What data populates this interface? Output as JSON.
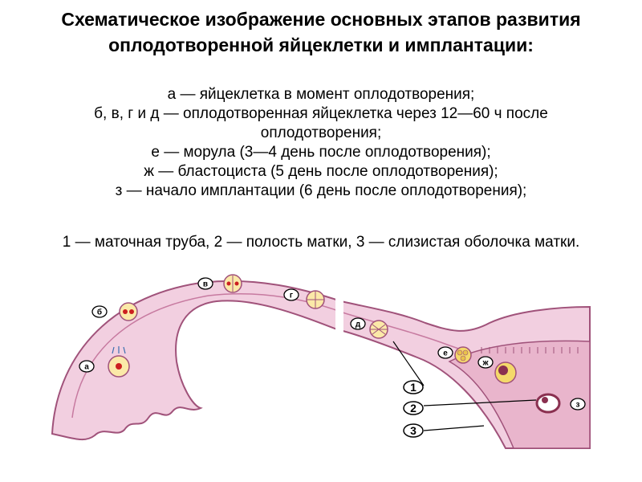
{
  "title": {
    "line1": "Схематическое изображение основных этапов развития",
    "line2": "оплодотворенной яйцеклетки и имплантации:"
  },
  "legend": [
    "а — яйцеклетка в момент оплодотворения;",
    "б, в, г и д — оплодотворенная яйцеклетка через 12—60 ч после",
    "оплодотворения;",
    "е — морула (3—4 день после оплодотворения);",
    "ж — бластоциста (5 день после оплодотворения);",
    "з — начало имплантации (6 день после оплодотворения);"
  ],
  "parts_caption": "1 — маточная труба, 2 — полость матки, 3 — слизистая оболочка матки.",
  "diagram": {
    "stage_labels": {
      "a": "а",
      "b": "б",
      "v": "в",
      "g": "г",
      "d": "д",
      "e": "е",
      "zh": "ж",
      "z": "з"
    },
    "number_labels": {
      "n1": "1",
      "n2": "2",
      "n3": "3"
    }
  },
  "colors": {
    "tube_fill": "#f2cfe0",
    "tube_stroke": "#a0527a",
    "cell_nucleus": "#cc1f1f",
    "cell_yellow": "#f4d96a",
    "embryo_dark": "#8a3050"
  }
}
